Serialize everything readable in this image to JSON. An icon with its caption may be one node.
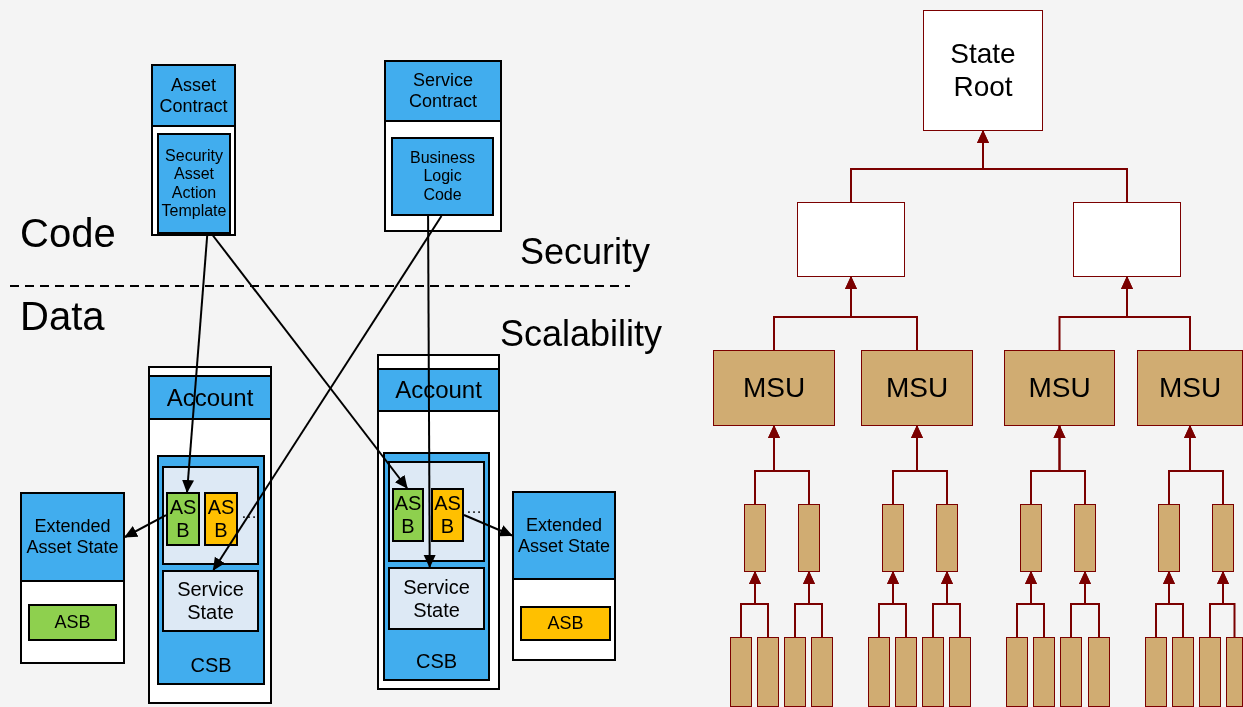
{
  "diagram": {
    "nodes": [
      {
        "text": [
          "Asset Contract"
        ]
      },
      {
        "text": [
          "Security Asset Action Template"
        ],
        "in": 0
      },
      {
        "text": [
          "Service Contract"
        ]
      },
      {
        "text": [
          "Business Logic Code"
        ],
        "in": 2
      },
      {
        "text": [],
        "shape": "box"
      },
      {
        "text": [
          "Extended Asset State"
        ],
        "in": 4
      },
      {
        "text": [
          "ASB"
        ],
        "in": 4
      },
      {
        "text": [
          "Account"
        ]
      },
      {
        "text": [
          "CSB"
        ],
        "in": 7
      },
      {
        "text": [],
        "shape": "box",
        "in": 8
      },
      {
        "text": [
          "AS B"
        ],
        "in": 9
      },
      {
        "text": [
          "AS B"
        ],
        "in": 9
      },
      {
        "text": [
          "Service State"
        ],
        "in": 8
      },
      {
        "text": [
          "Account"
        ]
      },
      {
        "text": [
          "CSB"
        ],
        "in": 13
      },
      {
        "text": [],
        "shape": "box",
        "in": 14
      },
      {
        "text": [
          "AS B"
        ],
        "in": 15
      },
      {
        "text": [
          "AS B"
        ],
        "in": 15
      },
      {
        "text": [
          "Service State"
        ],
        "in": 14
      },
      {
        "text": [],
        "shape": "box"
      },
      {
        "text": [
          "Extended Asset State"
        ],
        "in": 19
      },
      {
        "text": [
          "ASB"
        ],
        "in": 19
      },
      {
        "text": [
          "State Root"
        ]
      },
      {
        "text": [],
        "shape": "box"
      },
      {
        "text": [],
        "shape": "box"
      },
      {
        "text": [
          "MSU"
        ]
      },
      {
        "text": [
          "MSU"
        ]
      },
      {
        "text": [
          "MSU"
        ]
      },
      {
        "text": [
          "MSU"
        ]
      },
      {
        "text": [],
        "shape": "bar"
      },
      {
        "text": [],
        "shape": "bar"
      },
      {
        "text": [],
        "shape": "bar"
      },
      {
        "text": [],
        "shape": "bar"
      },
      {
        "text": [],
        "shape": "bar"
      },
      {
        "text": [],
        "shape": "bar"
      },
      {
        "text": [],
        "shape": "bar"
      },
      {
        "text": [],
        "shape": "bar"
      },
      {
        "text": [],
        "shape": "bar"
      },
      {
        "text": [],
        "shape": "bar"
      },
      {
        "text": [],
        "shape": "bar"
      },
      {
        "text": [],
        "shape": "bar"
      },
      {
        "text": [],
        "shape": "bar"
      },
      {
        "text": [],
        "shape": "bar"
      },
      {
        "text": [],
        "shape": "bar"
      },
      {
        "text": [],
        "shape": "bar"
      },
      {
        "text": [],
        "shape": "bar"
      },
      {
        "text": [],
        "shape": "bar"
      },
      {
        "text": [],
        "shape": "bar"
      },
      {
        "text": [],
        "shape": "bar"
      },
      {
        "text": [],
        "shape": "bar"
      },
      {
        "text": [],
        "shape": "bar"
      },
      {
        "text": [],
        "shape": "bar"
      },
      {
        "text": [],
        "shape": "bar"
      }
    ],
    "edges": [
      {
        "from": 1,
        "to": 10,
        "arrow": "to",
        "color": "#000000"
      },
      {
        "from": 1,
        "to": 16,
        "arrow": "to",
        "color": "#000000"
      },
      {
        "from": 3,
        "to": 12,
        "arrow": "to",
        "color": "#000000"
      },
      {
        "from": 3,
        "to": 18,
        "arrow": "to",
        "color": "#000000"
      },
      {
        "from": 10,
        "to": 5,
        "arrow": "to",
        "color": "#000000"
      },
      {
        "from": 17,
        "to": 20,
        "arrow": "to",
        "color": "#000000"
      },
      {
        "from": 23,
        "to": 22,
        "arrow": "to"
      },
      {
        "from": 24,
        "to": 22,
        "arrow": "to"
      },
      {
        "from": 25,
        "to": 23,
        "arrow": "to"
      },
      {
        "from": 26,
        "to": 23,
        "arrow": "to"
      },
      {
        "from": 27,
        "to": 24,
        "arrow": "to"
      },
      {
        "from": 28,
        "to": 24,
        "arrow": "to"
      },
      {
        "from": 29,
        "to": 25,
        "arrow": "to"
      },
      {
        "from": 30,
        "to": 25,
        "arrow": "to"
      },
      {
        "from": 31,
        "to": 26,
        "arrow": "to"
      },
      {
        "from": 32,
        "to": 26,
        "arrow": "to"
      },
      {
        "from": 33,
        "to": 27,
        "arrow": "to"
      },
      {
        "from": 34,
        "to": 27,
        "arrow": "to"
      },
      {
        "from": 35,
        "to": 28,
        "arrow": "to"
      },
      {
        "from": 36,
        "to": 28,
        "arrow": "to"
      },
      {
        "from": 37,
        "to": 29,
        "arrow": "to"
      },
      {
        "from": 38,
        "to": 29,
        "arrow": "to"
      },
      {
        "from": 39,
        "to": 30,
        "arrow": "to"
      },
      {
        "from": 40,
        "to": 30,
        "arrow": "to"
      },
      {
        "from": 41,
        "to": 31,
        "arrow": "to"
      },
      {
        "from": 42,
        "to": 31,
        "arrow": "to"
      },
      {
        "from": 43,
        "to": 32,
        "arrow": "to"
      },
      {
        "from": 44,
        "to": 32,
        "arrow": "to"
      },
      {
        "from": 45,
        "to": 33,
        "arrow": "to"
      },
      {
        "from": 46,
        "to": 33,
        "arrow": "to"
      },
      {
        "from": 47,
        "to": 34,
        "arrow": "to"
      },
      {
        "from": 48,
        "to": 34,
        "arrow": "to"
      },
      {
        "from": 49,
        "to": 35,
        "arrow": "to"
      },
      {
        "from": 50,
        "to": 35,
        "arrow": "to"
      },
      {
        "from": 51,
        "to": 36,
        "arrow": "to"
      },
      {
        "from": 52,
        "to": 36,
        "arrow": "to"
      }
    ],
    "labels": [
      "Code",
      "Security",
      "Data",
      "Scalability",
      "…",
      "…"
    ]
  }
}
